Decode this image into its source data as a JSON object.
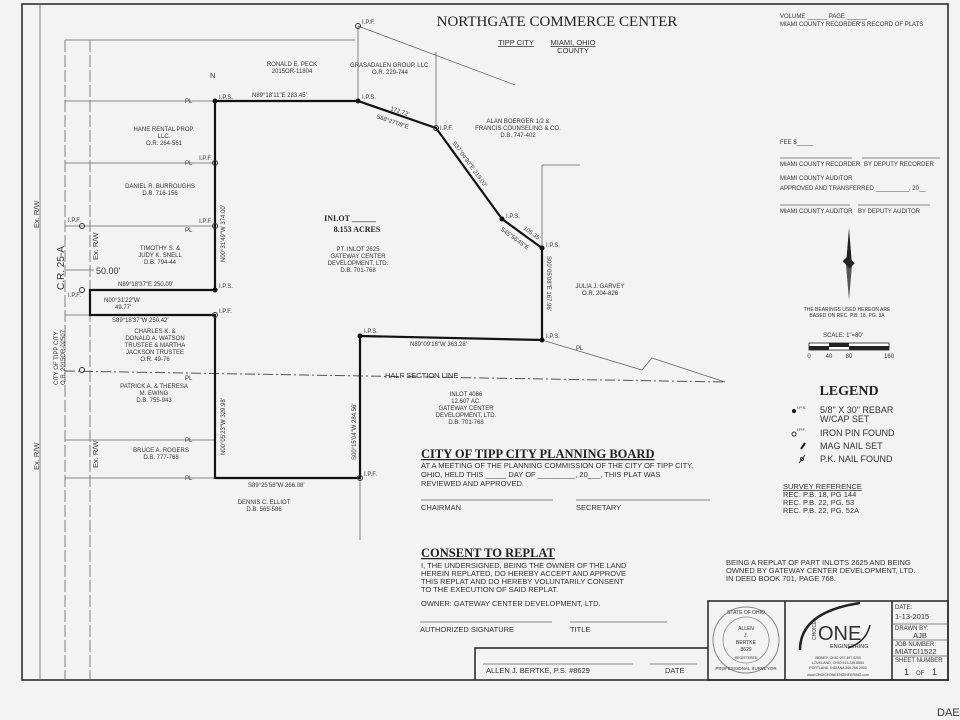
{
  "title": "NORTHGATE COMMERCE CENTER",
  "location": {
    "city": "TIPP CITY",
    "county_line1": "MIAMI, OHIO",
    "county_line2": "COUNTY"
  },
  "recorder": {
    "volume_page": "VOLUME ______  PAGE ______",
    "record": "MIAMI COUNTY RECORDER'S RECORD OF PLATS",
    "fee": "FEE $_____",
    "county_recorder": "MIAMI COUNTY RECORDER",
    "deputy_recorder": "BY DEPUTY RECORDER",
    "auditor_title": "MIAMI COUNTY AUDITOR",
    "approved": "APPROVED AND TRANSFERRED __________, 20__",
    "county_auditor": "MIAMI COUNTY AUDITOR",
    "deputy_auditor": "BY DEPUTY AUDITOR"
  },
  "bearings_note": [
    "THE BEARINGS USED HEREON ARE",
    "BASED ON REC. P.B. 18, PG. 3A"
  ],
  "scale": {
    "label": "SCALE: 1\"=80'",
    "ticks": [
      "0",
      "40",
      "80",
      "160"
    ]
  },
  "legend": {
    "title": "LEGEND",
    "items": [
      {
        "code": "I.P.S.",
        "label": "5/8\" X 30\" REBAR",
        "label2": "W/CAP SET"
      },
      {
        "code": "I.P.F.",
        "label": "IRON PIN FOUND"
      },
      {
        "code": "",
        "label": "MAG NAIL SET"
      },
      {
        "code": "",
        "label": "P.K. NAIL FOUND"
      }
    ]
  },
  "survey_reference": {
    "title": "SURVEY REFERENCE",
    "items": [
      "REC. P.B. 18, PG 144",
      "REC. P.B. 22, PG. 53",
      "REC. P.B. 22, PG. 52A"
    ]
  },
  "replat_note": [
    "BEING A REPLAT OF PART INLOTS 2625 AND BEING",
    "OWNED BY GATEWAY CENTER DEVELOPMENT, LTD.",
    "IN DEED BOOK 701, PAGE 768."
  ],
  "planning_board": {
    "title": "CITY OF TIPP CITY PLANNING BOARD",
    "text": [
      "AT A MEETING OF THE PLANNING COMMISSION OF THE CITY OF TIPP CITY,",
      "OHIO, HELD THIS _____ DAY OF _________, 20___, THIS PLAT WAS",
      "REVIEWED AND APPROVED."
    ],
    "chairman": "CHAIRMAN",
    "secretary": "SECRETARY"
  },
  "consent": {
    "title": "CONSENT TO REPLAT",
    "text": [
      "I, THE UNDERSIGNED, BEING THE OWNER OF THE LAND",
      "HEREIN REPLATED, DO HEREBY ACCEPT AND APPROVE",
      "THIS REPLAT AND DO HEREBY VOLUNTARILY CONSENT",
      "TO THE EXECUTION OF SAID REPLAT."
    ],
    "owner": "OWNER: GATEWAY CENTER DEVELOPMENT, LTD.",
    "signature": "AUTHORIZED SIGNATURE",
    "title_label": "TITLE"
  },
  "surveyor": {
    "name": "ALLEN J. BERTKE, P.S. #8629",
    "date": "DATE"
  },
  "seal": {
    "ring_top": "STATE OF OHIO",
    "ring_bottom": "PROFESSIONAL SURVEYOR",
    "line1": "ALLEN",
    "line2": "J.",
    "line3": "BERTKE",
    "line4": "8629",
    "registered": "REGISTERED"
  },
  "logo": {
    "choice": "CHOICE",
    "one": "ONE",
    "engineering": "ENGINEERING",
    "addr": [
      "SIDNEY, OHIO  937.497.0200",
      "LOVELAND, OHIO  513.239.8554",
      "PORTLAND, INDIANA  260.766.2500"
    ],
    "web": "www.CHOICEONEENGINEERING.com"
  },
  "title_block": {
    "date_label": "DATE:",
    "date": "1-13-2015",
    "drawn_label": "DRAWN BY:",
    "drawn": "AJB",
    "job_label": "JOB NUMBER:",
    "job": "MIATCI1522",
    "sheet_label": "SHEET NUMBER",
    "sheet": "1",
    "of": "OF",
    "total": "1"
  },
  "parcels": {
    "peck": [
      "RONALD E. PECK",
      "2015OR-11804"
    ],
    "grasadalen": [
      "GRASADALEN GROUP, LLC.",
      "O.R. 229-744"
    ],
    "boerger": [
      "ALAN BOERGER 1/2 &",
      "FRANCIS COUNSELING & CO.",
      "D.B. 747-402"
    ],
    "hane": [
      "HANE RENTAL PROP.",
      "LLC.",
      "O.R. 264-561"
    ],
    "burroughs": [
      "DANIEL R. BURROUGHS",
      "D.B. 716-156"
    ],
    "snell": [
      "TIMOTHY S. &",
      "JUDY K. SNELL",
      "D.B. 794-44"
    ],
    "watson": [
      "CHARLES K. &",
      "DONALD A. WATSON",
      "TRUSTEE & MARTHA",
      "JACKSON TRUSTEE",
      "O.R. 49-76"
    ],
    "ewing": [
      "PATRICK A. & THERESA",
      "M. EWING",
      "D.B. 755-943"
    ],
    "rogers": [
      "BRUCE A. ROGERS",
      "D.B. 777-768"
    ],
    "elliot": [
      "DENNIS C. ELLIOT",
      "D.B. 565-586"
    ],
    "garvey": [
      "JULIA J. GARVEY",
      "O.R. 204-826"
    ],
    "inlot": [
      "INLOT ______",
      "8.153 ACRES"
    ],
    "inlot_sub": [
      "PT. INLOT 2625",
      "GATEWAY CENTER",
      "DEVELOPMENT, LTD.",
      "D.B. 701-768"
    ],
    "inlot4066": [
      "INLOT 4066",
      "12.607 AC.",
      "GATEWAY CENTER",
      "DEVELOPMENT, LTD.",
      "D.B. 701-768"
    ],
    "city": [
      "CITY OF TIPP CITY",
      "O.R. 2015OR-02507"
    ]
  },
  "courses": {
    "c1": "N89°18'11\"E   283.45'",
    "c2a": "172.72'",
    "c2b": "S68°27'09\"E",
    "c3": "S37°04'30\"E  219.02'",
    "c4a": "105.35'",
    "c4b": "S45°56'45\"E",
    "c5": "S00°05'08\"E  167.96'",
    "c6": "N89°09'16\"W      363.28'",
    "c7": "S00°15'04\"W   284.56'",
    "c8": "S89°25'58\"W      266.08'",
    "c9": "N00°05'23\"W   329.98'",
    "c10": "S89°18'37\"W     250.42'",
    "c11a": "N00°31'22\"W",
    "c11b": "49.77'",
    "c12": "N89°18'37\"E   250.00'",
    "c13": "N00°31'49\"W   374.00'"
  },
  "road": {
    "name": "C.R. 25-A",
    "row": "Ex. R/W",
    "width": "50.00'",
    "half_section": "HALF SECTION LINE",
    "north": "N"
  },
  "markers": {
    "ips": "I.P.S.",
    "ipf": "I.P.F.",
    "pl": "PL"
  },
  "watermark": "DAE"
}
